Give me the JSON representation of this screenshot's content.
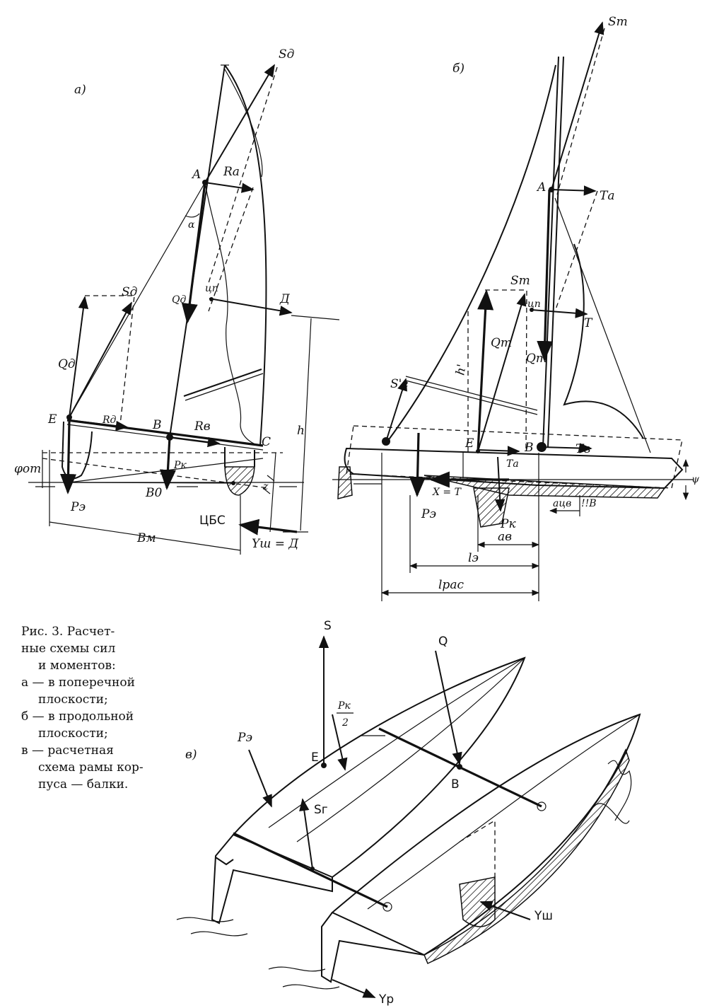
{
  "panel_a": {
    "label": "а)",
    "points": {
      "A": "A",
      "B": "B",
      "C": "C",
      "E": "E",
      "cp": "цп",
      "clr": "ЦБС"
    },
    "forces": {
      "S_top": "Sд",
      "S_mid": "Sд",
      "Q_left": "Qд",
      "Q_mast": "Qд",
      "R_A": "Rа",
      "R_E": "Rд",
      "R_B": "Rв",
      "D": "Д",
      "P_k": "Pк",
      "P_e": "Pэ",
      "B0": "B0",
      "Bm": "Bм",
      "h": "h",
      "phi": "φот",
      "alpha": "α",
      "Y": "Yш = Д",
      "z": "z"
    }
  },
  "panel_b": {
    "label": "б)",
    "points": {
      "A": "A",
      "B": "B",
      "E": "E",
      "cp": "цп"
    },
    "forces": {
      "S_top": "Sт",
      "S_mid": "Sт",
      "S_g": "S'г",
      "Q_left": "Qт",
      "Q_mast": "Qт",
      "T_A": "Tа",
      "T_A2": "Tа",
      "T_B": "Tв",
      "T": "T",
      "X": "X = T",
      "P_e": "Pэ",
      "P_k": "Pк",
      "h_prime": "h'",
      "a_cb": "aцв",
      "a_b": "aв",
      "l_e": "lэ",
      "l_pac": "lрас",
      "psi": "ψ",
      "lb": "!!B"
    }
  },
  "panel_c": {
    "label": "в)",
    "forces": {
      "S": "S",
      "Q": "Q",
      "Pk2_num": "Pк",
      "Pk2_den": "2",
      "P_e": "Pэ",
      "E": "E",
      "B": "B",
      "S_g": "Sг",
      "Y_sh": "Yш",
      "Y_p": "Yр"
    }
  },
  "caption": {
    "lines": [
      "Рис. 3. Расчет-",
      "ные схемы сил",
      "и моментов:",
      "а — в поперечной",
      "плоскости;",
      "б — в продольной",
      "плоскости;",
      "в — расчетная",
      "схема рамы кор-",
      "пуса — балки."
    ]
  }
}
